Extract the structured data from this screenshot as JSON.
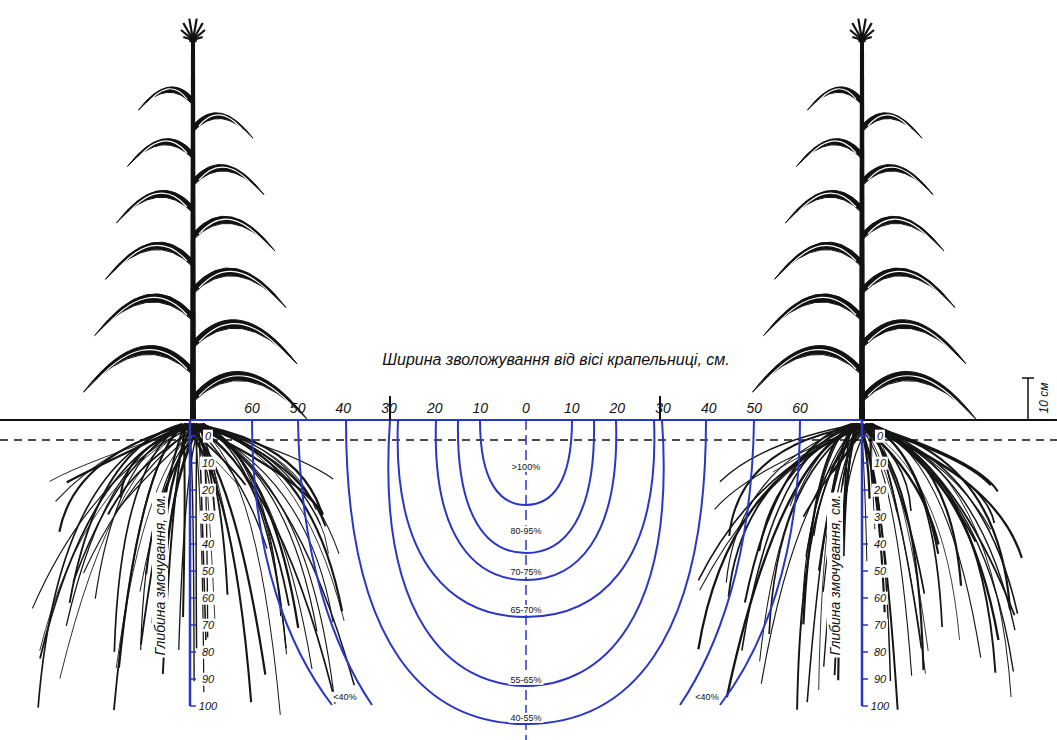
{
  "diagram": {
    "labels": [
      "Ширина зволожування від вісі крапельниці, см.",
      "60",
      "50",
      "40",
      "30",
      "20",
      "10",
      "0",
      "10",
      "20",
      "30",
      "40",
      "50",
      "60",
      "10 см",
      "Глибина змочування, см.",
      "0",
      "10",
      "20",
      "30",
      "40",
      "50",
      "60",
      "70",
      "80",
      "90",
      "100",
      "Глибина змочування, см.",
      "0",
      "10",
      "20",
      "30",
      "40",
      "50",
      "60",
      "70",
      "80",
      "90",
      "100",
      ">100%",
      "80-95%",
      "70-75%",
      "65-70%",
      "55-65%",
      "40-55%",
      "<40%",
      "<40%"
    ]
  }
}
